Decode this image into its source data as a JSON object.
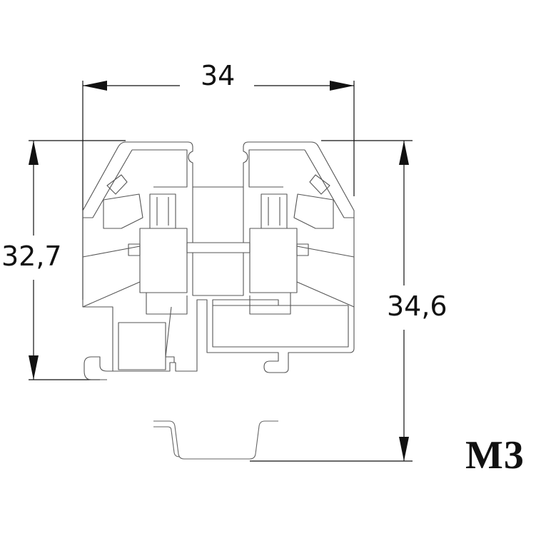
{
  "dimensions": {
    "width": "34",
    "left_height": "32,7",
    "right_height": "34,6"
  },
  "model": "M3",
  "colors": {
    "line": "#111111",
    "outline": "#555555",
    "background": "#ffffff"
  }
}
